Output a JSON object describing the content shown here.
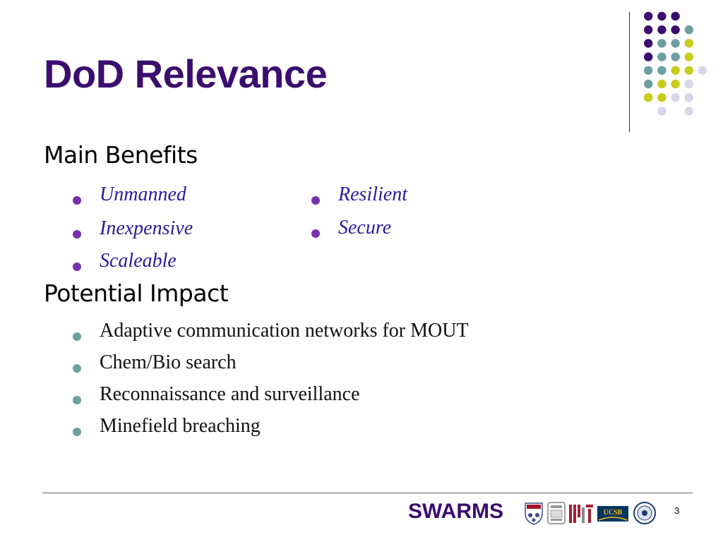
{
  "slide": {
    "title": "DoD Relevance",
    "sections": {
      "benefits": {
        "heading": "Main Benefits",
        "items_col1": [
          "Unmanned",
          "Inexpensive",
          "Scaleable"
        ],
        "items_col2": [
          "Resilient",
          "Secure"
        ]
      },
      "impact": {
        "heading": "Potential Impact",
        "items": [
          "Adaptive communication networks for MOUT",
          "Chem/Bio search",
          "Reconnaissance and surveillance",
          "Minefield breaching"
        ]
      }
    },
    "footer": {
      "brand": "SWARMS",
      "page_number": "3"
    }
  },
  "colors": {
    "title": "#3b0d6e",
    "benefit_bullet": "#7a2fb1",
    "impact_bullet": "#6d9ea0",
    "benefit_text": "#2a1a9a",
    "dot_purple": "#3b0d6e",
    "dot_teal": "#6d9ea0",
    "dot_yellow": "#c8cc1a",
    "dot_lavender": "#d6d6ea"
  },
  "icons": [
    "decorative-dot-grid-icon",
    "penn-shield-icon",
    "cornell-seal-icon",
    "mit-logo-icon",
    "ucsb-logo-icon",
    "university-seal-icon"
  ]
}
